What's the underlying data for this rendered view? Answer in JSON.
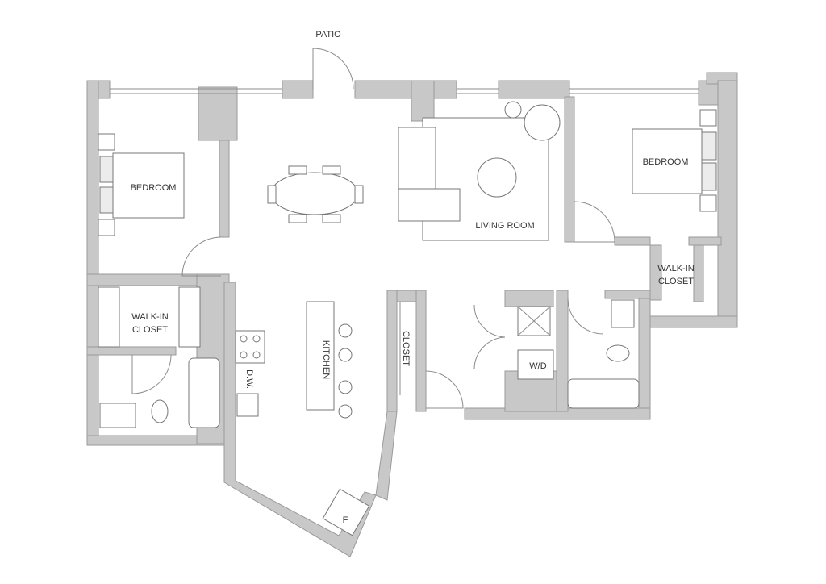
{
  "labels": {
    "patio": "PATIO",
    "bedroom_left": "BEDROOM",
    "bedroom_right": "BEDROOM",
    "living_room": "LIVING ROOM",
    "walkin_left_1": "WALK-IN",
    "walkin_left_2": "CLOSET",
    "walkin_right_1": "WALK-IN",
    "walkin_right_2": "CLOSET",
    "kitchen": "KITCHEN",
    "closet": "CLOSET",
    "dishwasher": "D.W.",
    "washer_dryer": "W/D",
    "fridge": "F"
  },
  "colors": {
    "wall": "#c8c8c8",
    "line": "#8c8c8c",
    "text": "#333333"
  }
}
